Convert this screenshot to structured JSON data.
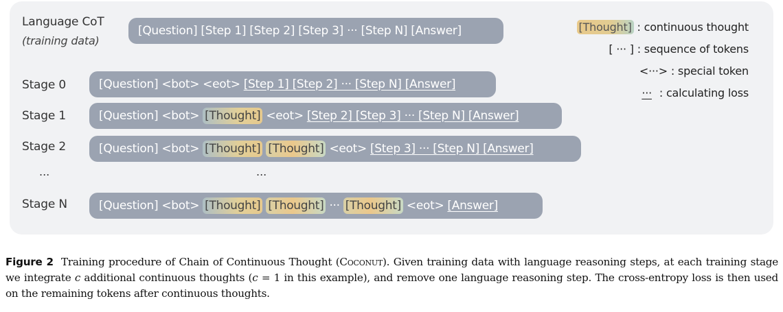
{
  "diagram": {
    "cot_label": "Language CoT",
    "cot_sublabel": "(training data)",
    "cot_bar": "[Question] [Step 1] [Step 2] [Step 3] ··· [Step N] [Answer]",
    "stage_labels": [
      "Stage 0",
      "Stage 1",
      "Stage 2",
      "...",
      "Stage N"
    ],
    "ellipsis_middle": "...",
    "stage0": {
      "question": "[Question]",
      "bot": "<bot>",
      "eot": "<eot>",
      "rest": "[Step 1] [Step 2] ··· [Step N] [Answer]"
    },
    "stage1": {
      "question": "[Question]",
      "bot": "<bot>",
      "thought1": "[Thought]",
      "eot": "<eot>",
      "rest": "[Step 2] [Step 3] ··· [Step N] [Answer]"
    },
    "stage2": {
      "question": "[Question]",
      "bot": "<bot>",
      "thought1": "[Thought]",
      "thought2": "[Thought]",
      "eot": "<eot>",
      "rest": "[Step 3] ··· [Step N] [Answer]"
    },
    "stageN": {
      "question": "[Question]",
      "bot": "<bot>",
      "thought1": "[Thought]",
      "thought2": "[Thought]",
      "dots": "···",
      "thought3": "[Thought]",
      "eot": "<eot>",
      "rest": "[Answer]"
    }
  },
  "legend": {
    "thought_swatch": "[Thought]",
    "thought_desc": ": continuous thought",
    "seq_symbol": "[ ··· ]",
    "seq_desc": ": sequence of tokens",
    "special_symbol": "<···>",
    "special_desc": ": special token",
    "loss_symbol": "···",
    "loss_desc": ": calculating loss"
  },
  "caption": {
    "label": "Figure 2",
    "text_a": "Training procedure of Chain of Continuous Thought (",
    "method": "Coconut",
    "text_b": "). Given training data with language reasoning steps, at each training stage we integrate ",
    "var_c": "c",
    "text_c": " additional continuous thoughts (",
    "var_c2": "c",
    "text_d": " = 1 in this example), and remove one language reasoning step. The cross-entropy loss is then used on the remaining tokens after continuous thoughts."
  },
  "colors": {
    "bar": "#9ba3b1",
    "panel": "#f1f2f4",
    "thought_gold": "#ebc88b",
    "thought_green": "#c8d9c4"
  }
}
